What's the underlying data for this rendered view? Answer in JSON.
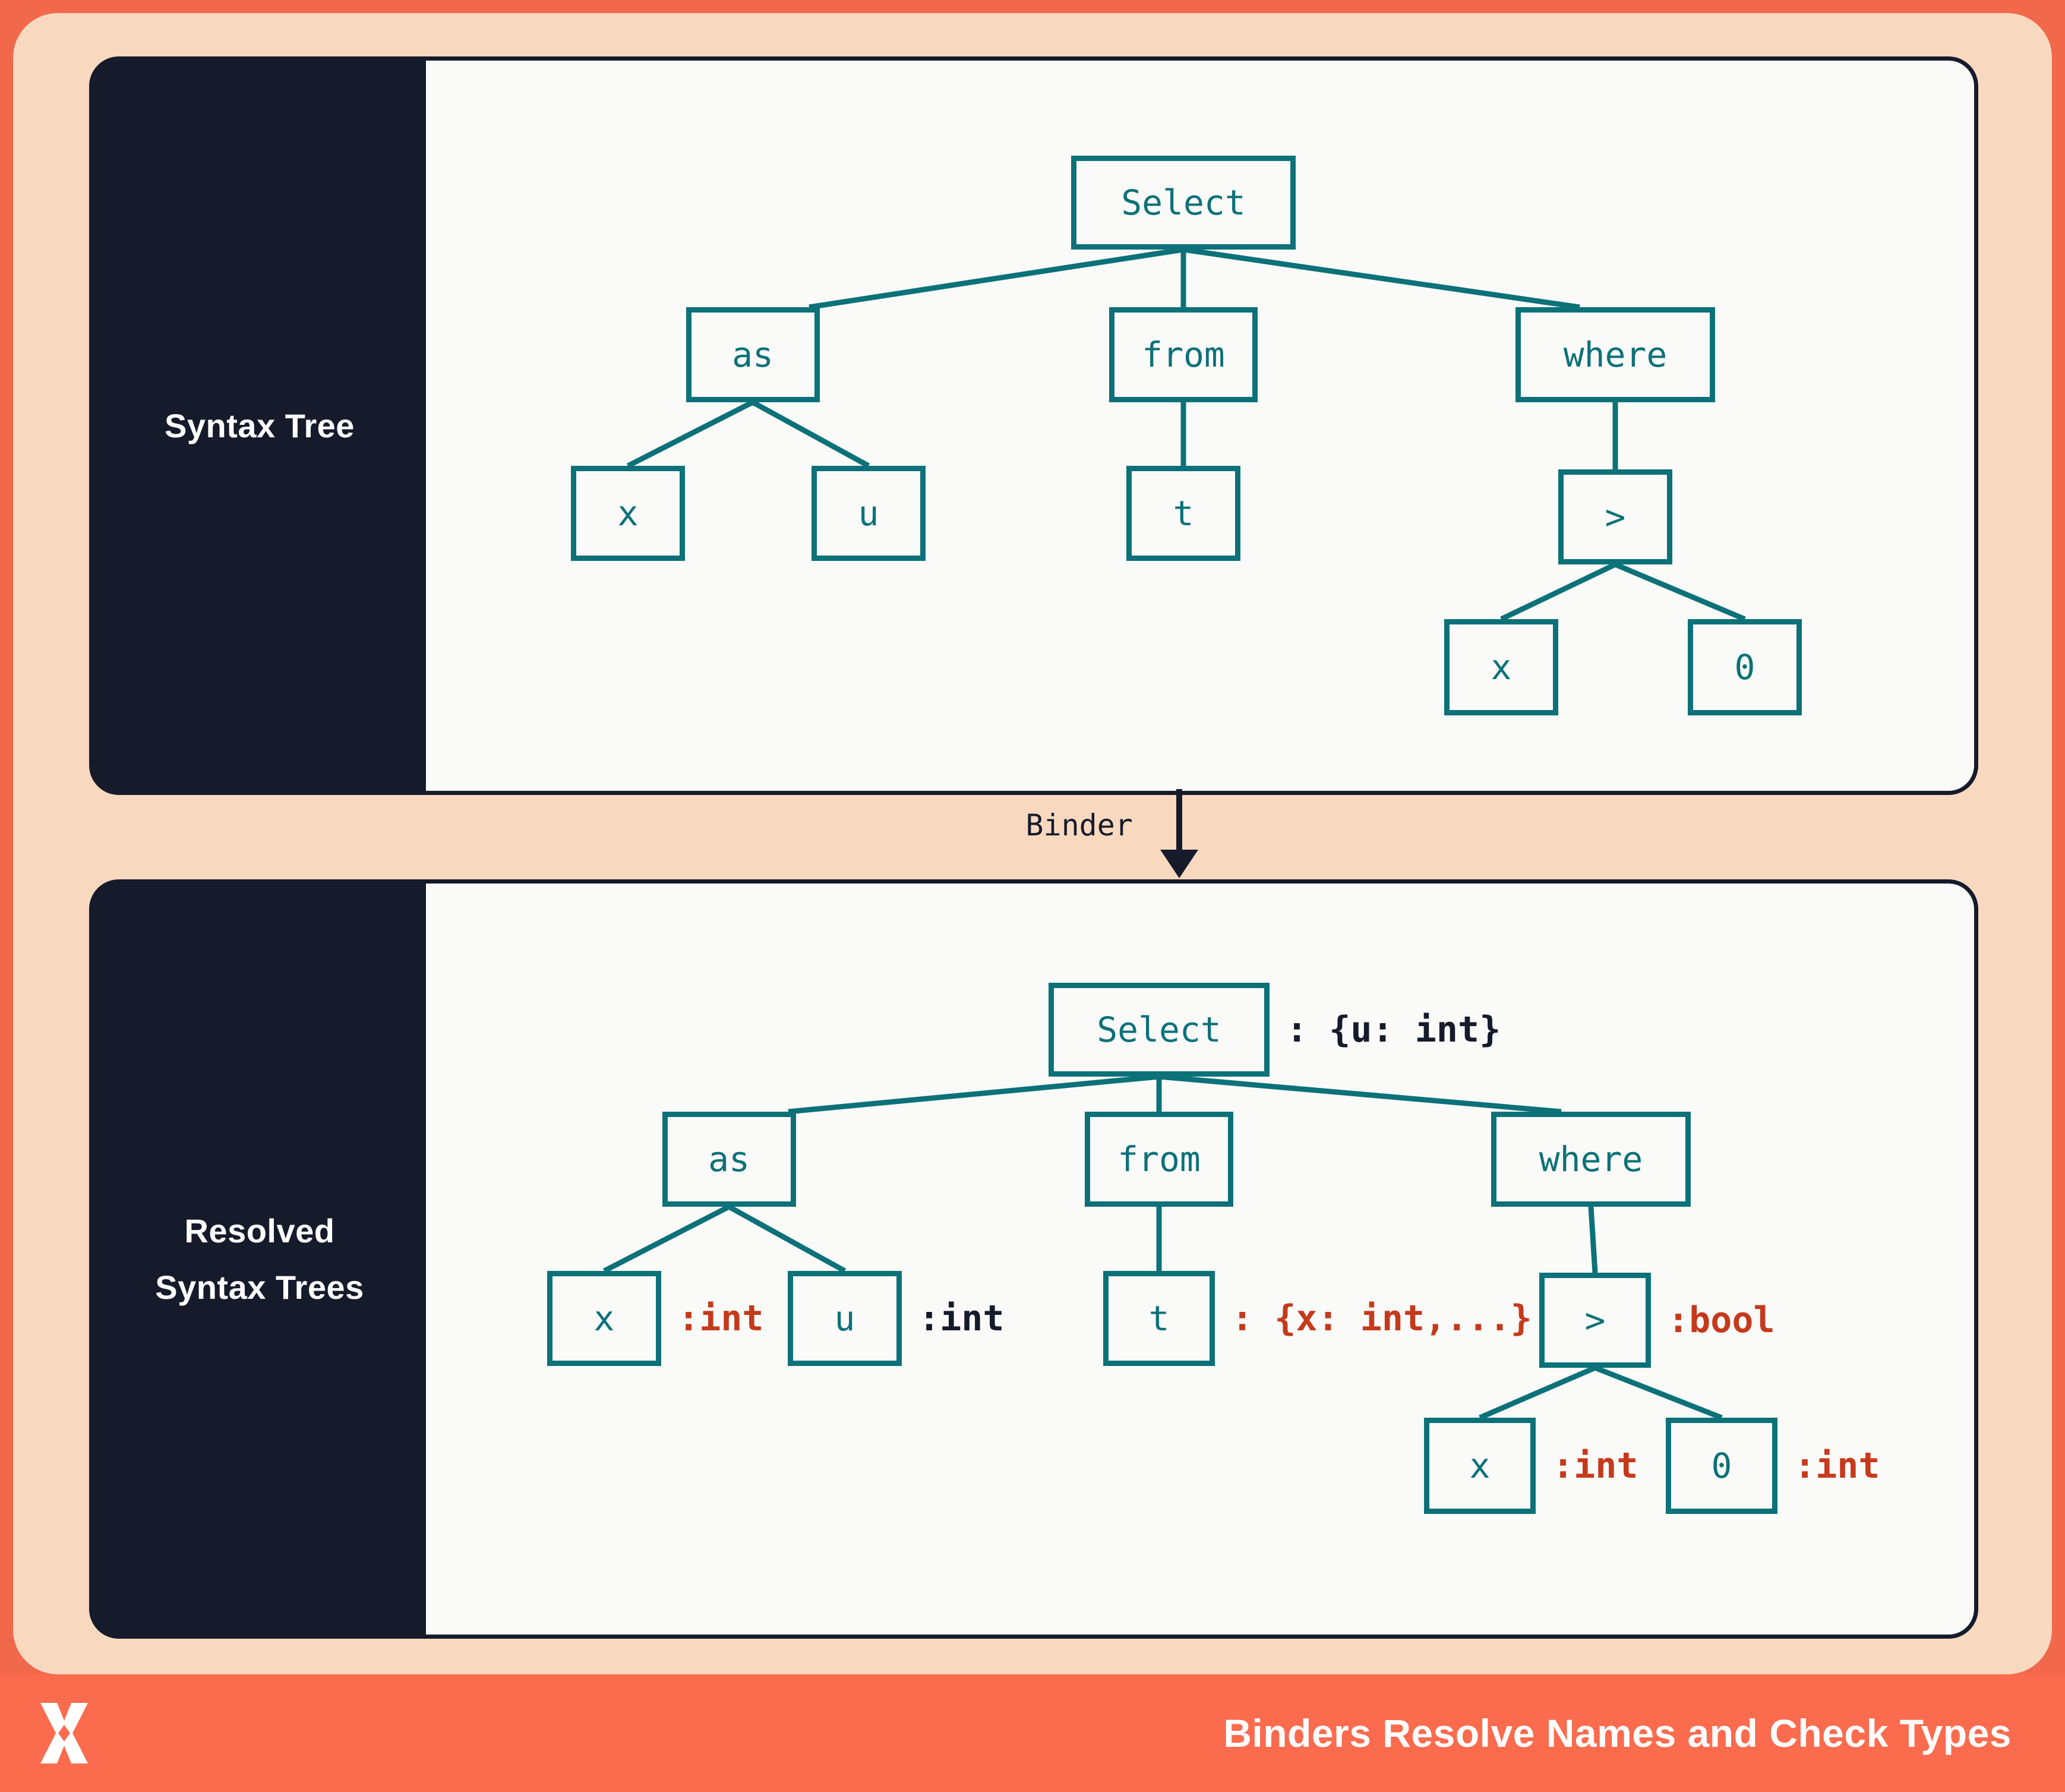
{
  "colors": {
    "coral": "#FB6B4D",
    "frame_coral": "#F2684A",
    "peach": "#F8D9C0",
    "navy": "#161B2B",
    "teal": "#0C7178",
    "red": "#C43A1B",
    "panel_bg": "#FAFAF9",
    "white": "#FFFFFF"
  },
  "binder": {
    "label": "Binder"
  },
  "footer": {
    "title": "Binders Resolve Names and Check Types",
    "logo": "x-logo"
  },
  "panels": [
    {
      "sidebar_label": "Syntax Tree",
      "nodes": {
        "select": {
          "label": "Select"
        },
        "as": {
          "label": "as"
        },
        "from": {
          "label": "from"
        },
        "where": {
          "label": "where"
        },
        "x1": {
          "label": "x"
        },
        "u1": {
          "label": "u"
        },
        "t1": {
          "label": "t"
        },
        "gt": {
          "label": ">"
        },
        "x2": {
          "label": "x"
        },
        "zero": {
          "label": "0"
        }
      }
    },
    {
      "sidebar_label": "Resolved\nSyntax Trees",
      "nodes": {
        "select": {
          "label": "Select",
          "annotation": {
            "text": ": {u: int}",
            "color": "dark"
          }
        },
        "as": {
          "label": "as"
        },
        "from": {
          "label": "from"
        },
        "where": {
          "label": "where"
        },
        "x1": {
          "label": "x",
          "annotation": {
            "text": ":int",
            "color": "red"
          }
        },
        "u1": {
          "label": "u",
          "annotation": {
            "text": ":int",
            "color": "dark"
          }
        },
        "t1": {
          "label": "t",
          "annotation": {
            "text": ": {x: int,...}",
            "color": "red"
          }
        },
        "gt": {
          "label": ">",
          "annotation": {
            "text": ":bool",
            "color": "red"
          }
        },
        "x2": {
          "label": "x",
          "annotation": {
            "text": ":int",
            "color": "red"
          }
        },
        "zero": {
          "label": "0",
          "annotation": {
            "text": ":int",
            "color": "red"
          }
        }
      }
    }
  ]
}
